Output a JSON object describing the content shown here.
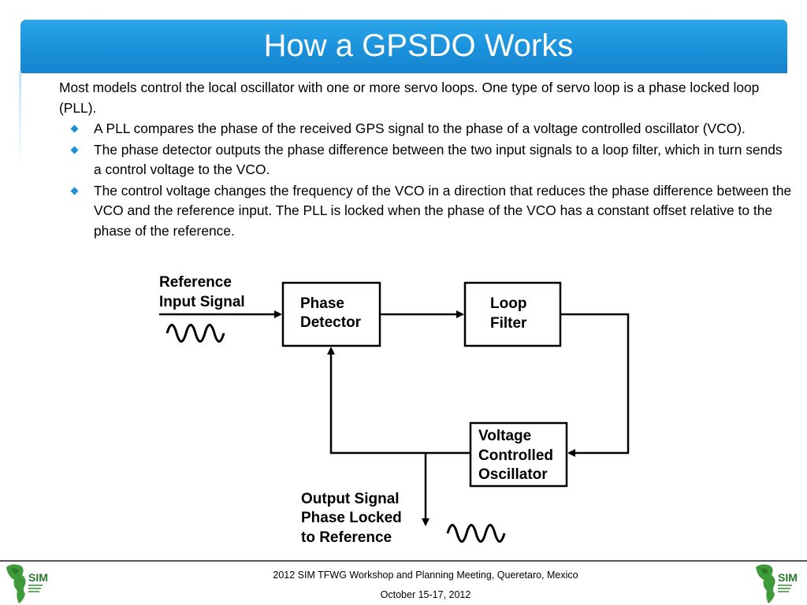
{
  "slide": {
    "title": "How a GPSDO Works",
    "intro": "Most models control the local oscillator with one or more servo loops. One type of servo loop is a phase locked loop (PLL).",
    "bullets": [
      "A PLL compares the phase of the received GPS signal to the phase of a voltage controlled oscillator (VCO).",
      "The phase detector outputs the phase difference between the two input signals to a loop filter, which in turn sends a control voltage to the VCO.",
      "The control voltage changes the frequency of the VCO in a direction that reduces the phase difference between the VCO and the reference input. The PLL is locked when the phase of the VCO has a constant offset relative to the phase of the reference."
    ],
    "bullet_color": "#1a8fd9",
    "title_bar_color": "#1a8fd9"
  },
  "diagram": {
    "reference_label": [
      "Reference",
      "Input Signal"
    ],
    "phase_detector": [
      "Phase",
      "Detector"
    ],
    "loop_filter": [
      "Loop",
      "Filter"
    ],
    "vco": [
      "Voltage",
      "Controlled",
      "Oscillator"
    ],
    "output_label": [
      "Output Signal",
      "Phase Locked",
      "to Reference"
    ]
  },
  "footer": {
    "line1": "2012 SIM TFWG Workshop and Planning Meeting, Queretaro, Mexico",
    "line2": "October 15-17, 2012",
    "logo_text": "SIM"
  }
}
